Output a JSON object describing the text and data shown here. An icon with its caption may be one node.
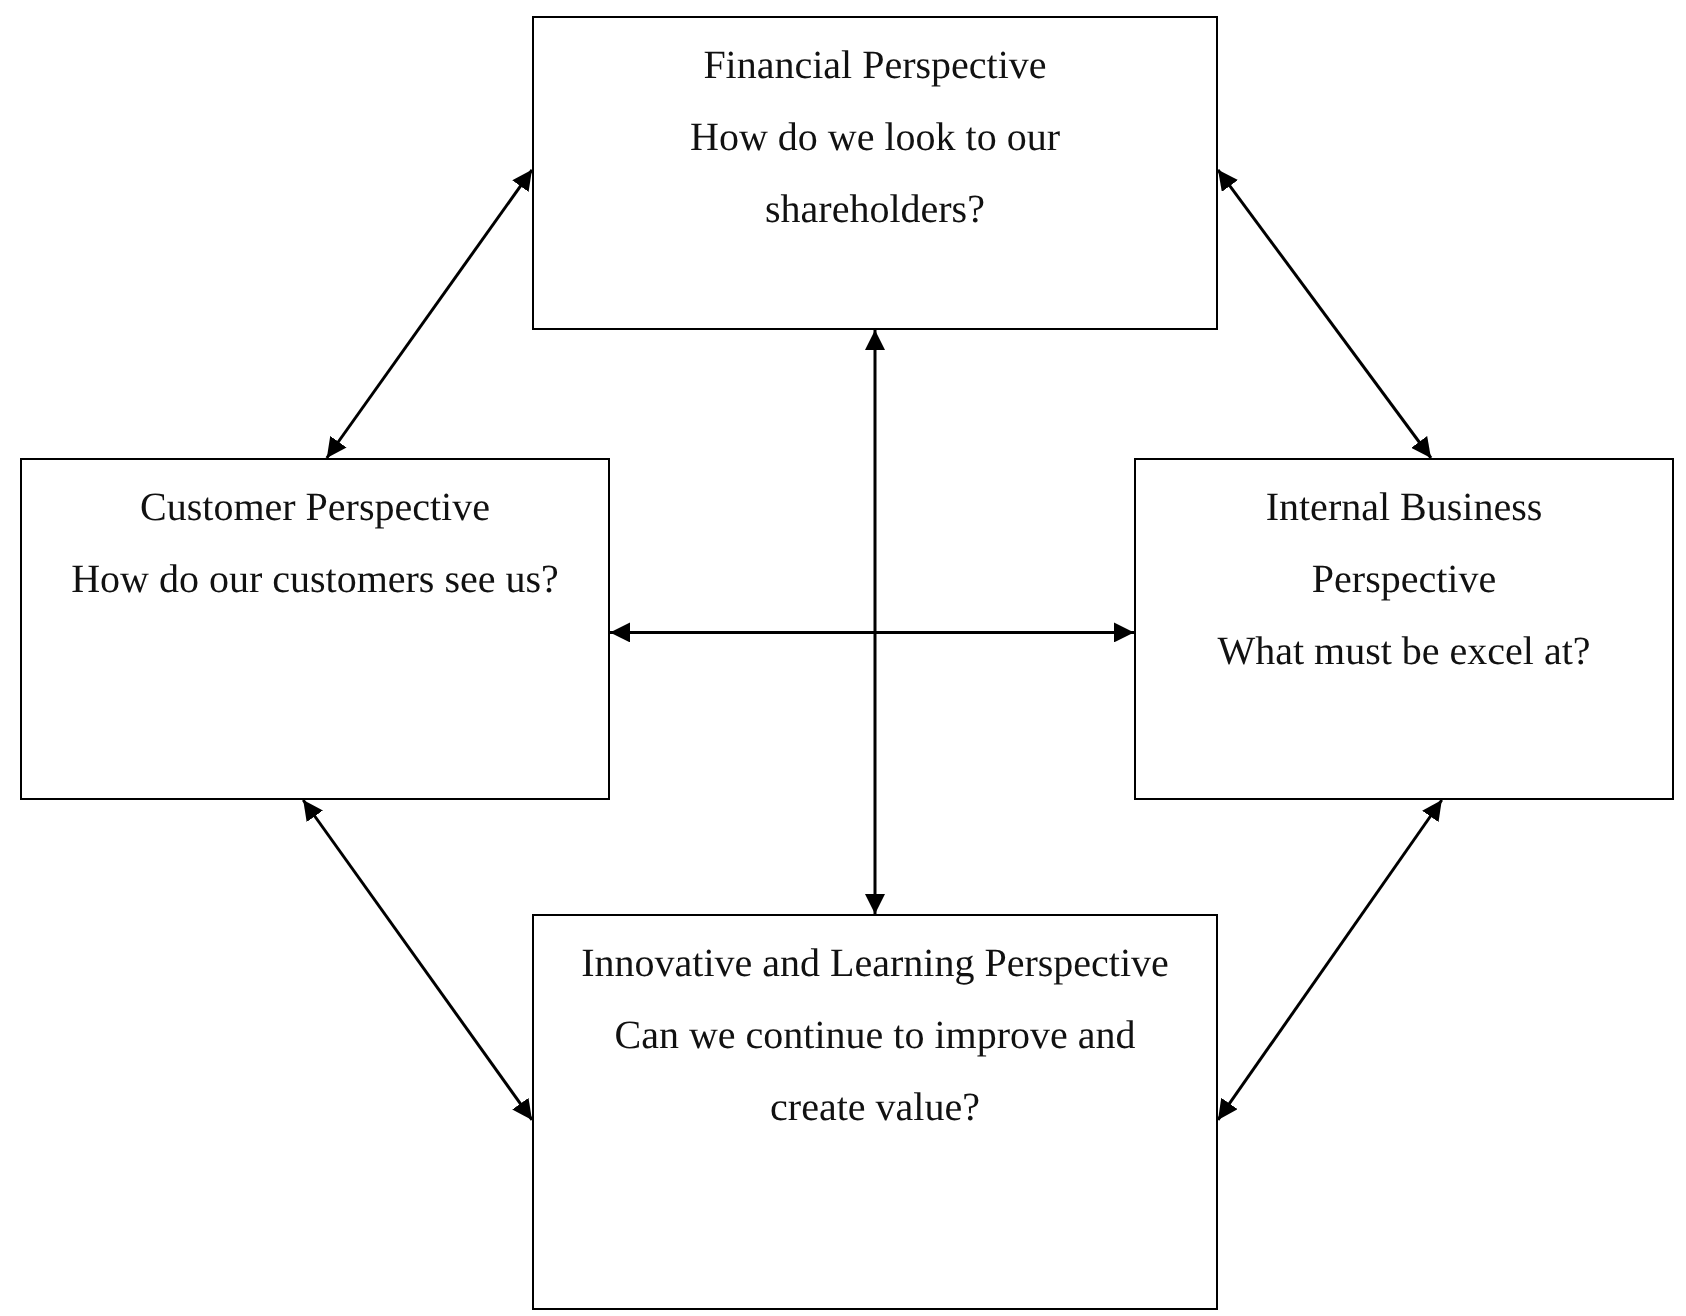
{
  "diagram": {
    "nodes": [
      {
        "text": [
          "Financial Perspective",
          "How do we look to our shareholders?"
        ]
      },
      {
        "text": [
          "Customer Perspective",
          "How do our customers see us?"
        ]
      },
      {
        "text": [
          "Internal Business Perspective",
          "What must be excel at?"
        ]
      },
      {
        "text": [
          "Innovative and Learning Perspective",
          "Can we continue to improve and create value?"
        ]
      }
    ],
    "edges": [
      {
        "from": 0,
        "to": 1,
        "arrow": "both"
      },
      {
        "from": 0,
        "to": 2,
        "arrow": "both"
      },
      {
        "from": 0,
        "to": 3,
        "arrow": "both"
      },
      {
        "from": 1,
        "to": 2,
        "arrow": "both"
      },
      {
        "from": 1,
        "to": 3,
        "arrow": "both"
      },
      {
        "from": 2,
        "to": 3,
        "arrow": "both"
      }
    ]
  }
}
